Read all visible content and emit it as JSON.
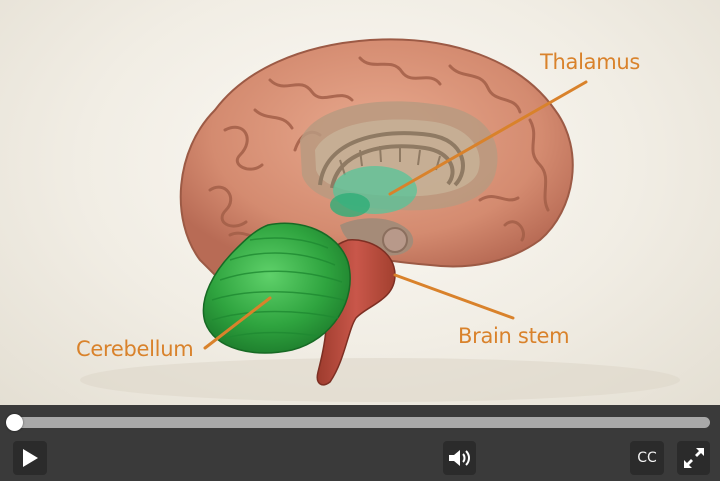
{
  "video": {
    "labels": {
      "thalamus": "Thalamus",
      "cerebellum": "Cerebellum",
      "brain_stem": "Brain stem"
    },
    "label_color": "#d9822b"
  },
  "controls": {
    "progress_percent": 0,
    "cc_label": "CC",
    "icons": {
      "play": "play-icon",
      "volume": "volume-icon",
      "fullscreen": "fullscreen-icon"
    }
  }
}
